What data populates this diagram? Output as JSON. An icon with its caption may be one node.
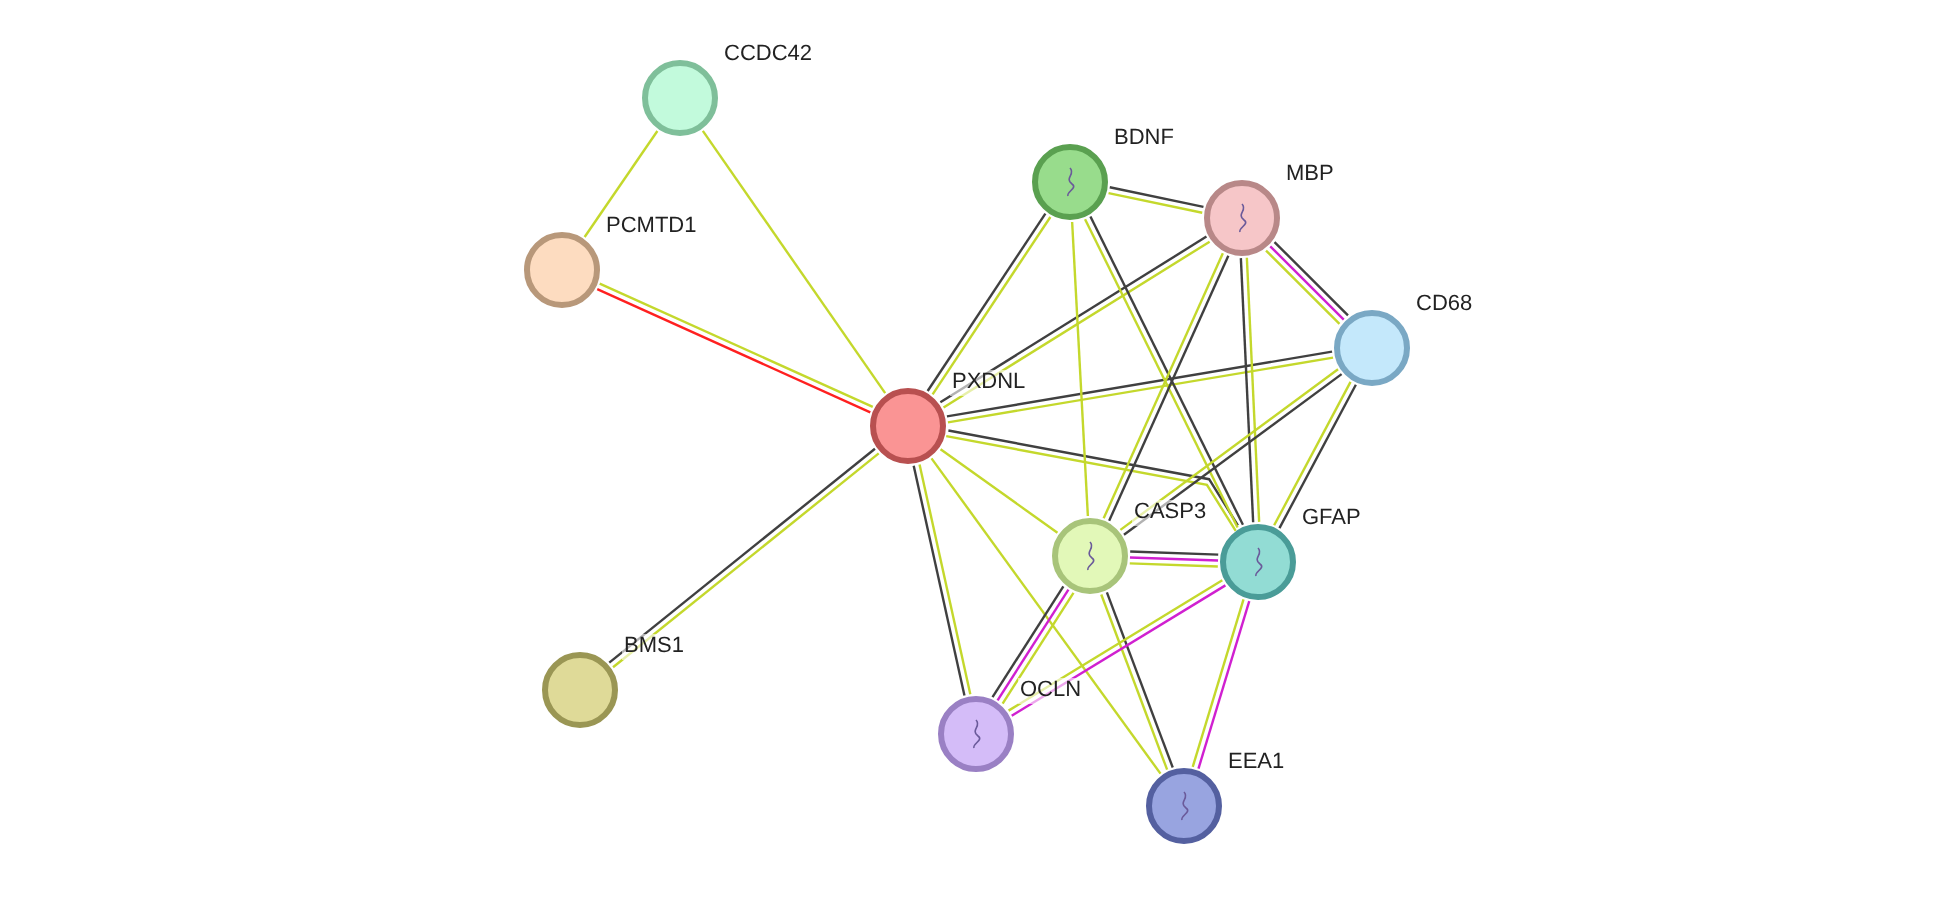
{
  "diagram": {
    "nodes": [
      {
        "text": [
          "CCDC42"
        ]
      },
      {
        "text": [
          "BDNF"
        ]
      },
      {
        "text": [
          "MBP"
        ]
      },
      {
        "text": [
          "PCMTD1"
        ]
      },
      {
        "text": [
          "CD68"
        ]
      },
      {
        "text": [
          "PXDNL"
        ]
      },
      {
        "text": [
          "CASP3"
        ]
      },
      {
        "text": [
          "GFAP"
        ]
      },
      {
        "text": [
          "BMS1"
        ]
      },
      {
        "text": [
          "OCLN"
        ]
      },
      {
        "text": [
          "EEA1"
        ]
      }
    ],
    "edges": [
      {
        "from": 0,
        "to": 3,
        "arrow": "none"
      },
      {
        "from": 0,
        "to": 5,
        "arrow": "none"
      },
      {
        "from": 3,
        "to": 5,
        "arrow": "none"
      },
      {
        "from": 3,
        "to": 5,
        "arrow": "none",
        "color": "#ff2020"
      },
      {
        "from": 5,
        "to": 8,
        "arrow": "none"
      },
      {
        "from": 5,
        "to": 8,
        "arrow": "none",
        "color": "#404040"
      },
      {
        "from": 5,
        "to": 1,
        "arrow": "none",
        "color": "#404040"
      },
      {
        "from": 5,
        "to": 1,
        "arrow": "none"
      },
      {
        "from": 5,
        "to": 2,
        "arrow": "none",
        "color": "#404040"
      },
      {
        "from": 5,
        "to": 2,
        "arrow": "none"
      },
      {
        "from": 5,
        "to": 4,
        "arrow": "none",
        "color": "#404040"
      },
      {
        "from": 5,
        "to": 4,
        "arrow": "none"
      },
      {
        "from": 5,
        "to": 6,
        "arrow": "none"
      },
      {
        "from": 5,
        "to": 7,
        "arrow": "none",
        "color": "#404040"
      },
      {
        "from": 5,
        "to": 7,
        "arrow": "none"
      },
      {
        "from": 5,
        "to": 9,
        "arrow": "none"
      },
      {
        "from": 5,
        "to": 9,
        "arrow": "none",
        "color": "#404040"
      },
      {
        "from": 5,
        "to": 10,
        "arrow": "none"
      },
      {
        "from": 1,
        "to": 2,
        "arrow": "none",
        "color": "#404040"
      },
      {
        "from": 1,
        "to": 2,
        "arrow": "none"
      },
      {
        "from": 1,
        "to": 6,
        "arrow": "none"
      },
      {
        "from": 1,
        "to": 7,
        "arrow": "none",
        "color": "#404040"
      },
      {
        "from": 1,
        "to": 7,
        "arrow": "none"
      },
      {
        "from": 2,
        "to": 4,
        "arrow": "none",
        "color": "#404040"
      },
      {
        "from": 2,
        "to": 4,
        "arrow": "none",
        "color": "#d020d0"
      },
      {
        "from": 2,
        "to": 4,
        "arrow": "none"
      },
      {
        "from": 2,
        "to": 6,
        "arrow": "none",
        "color": "#404040"
      },
      {
        "from": 2,
        "to": 6,
        "arrow": "none"
      },
      {
        "from": 2,
        "to": 7,
        "arrow": "none"
      },
      {
        "from": 2,
        "to": 7,
        "arrow": "none",
        "color": "#404040"
      },
      {
        "from": 4,
        "to": 6,
        "arrow": "none",
        "color": "#404040"
      },
      {
        "from": 4,
        "to": 6,
        "arrow": "none"
      },
      {
        "from": 4,
        "to": 7,
        "arrow": "none",
        "color": "#404040"
      },
      {
        "from": 4,
        "to": 7,
        "arrow": "none"
      },
      {
        "from": 6,
        "to": 7,
        "arrow": "none",
        "color": "#404040"
      },
      {
        "from": 6,
        "to": 7,
        "arrow": "none",
        "color": "#d020d0"
      },
      {
        "from": 6,
        "to": 7,
        "arrow": "none"
      },
      {
        "from": 6,
        "to": 9,
        "arrow": "none"
      },
      {
        "from": 6,
        "to": 9,
        "arrow": "none",
        "color": "#d020d0"
      },
      {
        "from": 6,
        "to": 9,
        "arrow": "none",
        "color": "#404040"
      },
      {
        "from": 6,
        "to": 10,
        "arrow": "none",
        "color": "#404040"
      },
      {
        "from": 6,
        "to": 10,
        "arrow": "none"
      },
      {
        "from": 7,
        "to": 9,
        "arrow": "none",
        "color": "#d020d0"
      },
      {
        "from": 7,
        "to": 9,
        "arrow": "none"
      },
      {
        "from": 7,
        "to": 10,
        "arrow": "none",
        "color": "#d020d0"
      },
      {
        "from": 7,
        "to": 10,
        "arrow": "none"
      }
    ]
  }
}
